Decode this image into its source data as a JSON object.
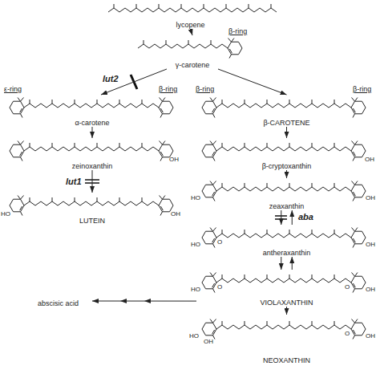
{
  "diagram": {
    "nodes": [
      {
        "text": [
          "lycopene"
        ]
      },
      {
        "text": [
          "γ-carotene"
        ]
      },
      {
        "text": [
          "α-carotene"
        ]
      },
      {
        "text": [
          "zeinoxanthin"
        ]
      },
      {
        "text": [
          "LUTEIN"
        ]
      },
      {
        "text": [
          "β-CAROTENE"
        ]
      },
      {
        "text": [
          "β-cryptoxanthin"
        ]
      },
      {
        "text": [
          "zeaxanthin"
        ]
      },
      {
        "text": [
          "antheraxanthin"
        ]
      },
      {
        "text": [
          "VIOLAXANTHIN"
        ]
      },
      {
        "text": [
          "NEOXANTHIN"
        ]
      },
      {
        "text": [
          "abscisic acid"
        ]
      }
    ],
    "edges": [
      {
        "from": 0,
        "to": 1,
        "arrow": "to"
      },
      {
        "from": 1,
        "to": 2,
        "arrow": "to",
        "label": "lut2"
      },
      {
        "from": 1,
        "to": 5,
        "arrow": "to"
      },
      {
        "from": 2,
        "to": 3,
        "arrow": "to"
      },
      {
        "from": 3,
        "to": 4,
        "arrow": "to",
        "label": "lut1"
      },
      {
        "from": 5,
        "to": 6,
        "arrow": "to"
      },
      {
        "from": 6,
        "to": 7,
        "arrow": "to"
      },
      {
        "from": 7,
        "to": 8,
        "arrow": "to",
        "label": "aba"
      },
      {
        "from": 8,
        "to": 7,
        "arrow": "to"
      },
      {
        "from": 8,
        "to": 9,
        "arrow": "to"
      },
      {
        "from": 9,
        "to": 8,
        "arrow": "to"
      },
      {
        "from": 9,
        "to": 10,
        "arrow": "to"
      },
      {
        "from": 9,
        "to": 11,
        "arrow": "to"
      }
    ],
    "labels": [
      "β-ring",
      "ε-ring",
      "β-ring",
      "β-ring",
      "β-ring",
      "OH",
      "HO",
      "OH",
      "OH",
      "HO",
      "OH",
      "HO",
      "O",
      "OH",
      "HO",
      "O",
      "O",
      "OH",
      "HO",
      "OH",
      "O",
      "OH"
    ]
  }
}
